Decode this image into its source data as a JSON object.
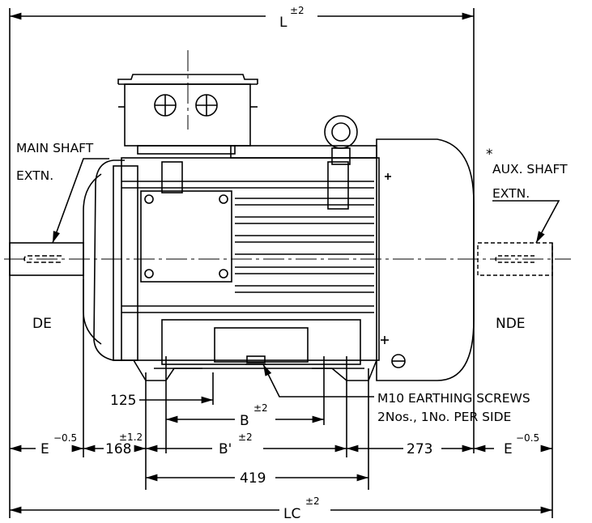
{
  "dims": {
    "L": {
      "label": "L",
      "tol": "±2"
    },
    "LC": {
      "label": "LC",
      "tol": "±2"
    },
    "B": {
      "label": "B",
      "tol": "±2"
    },
    "B_prime": {
      "label": "B'",
      "tol": "±2"
    },
    "E_left": {
      "label": "E",
      "tol": "−0.5"
    },
    "E_right": {
      "label": "E",
      "tol": "−0.5"
    },
    "d168": {
      "label": "168",
      "tol": "±1.2"
    },
    "d125": "125",
    "d419": "419",
    "d273": "273"
  },
  "labels": {
    "main_shaft_1": "MAIN SHAFT",
    "main_shaft_2": "EXTN.",
    "aux_mark": "*",
    "aux_shaft_1": "AUX. SHAFT",
    "aux_shaft_2": "EXTN.",
    "de": "DE",
    "nde": "NDE",
    "earthing_1": "M10 EARTHING SCREWS",
    "earthing_2": "2Nos., 1No. PER SIDE"
  }
}
